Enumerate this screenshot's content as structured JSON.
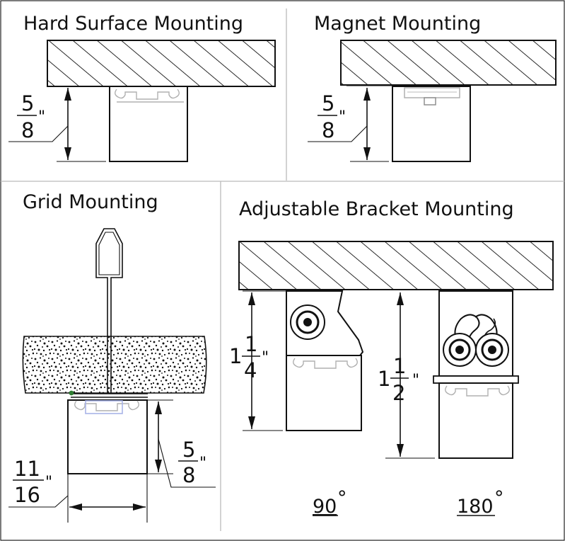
{
  "panels": {
    "hard_surface": {
      "title": "Hard Surface Mounting",
      "dim": {
        "num": "5",
        "den": "8",
        "unit": "\""
      }
    },
    "magnet": {
      "title": "Magnet Mounting",
      "dim": {
        "num": "5",
        "den": "8",
        "unit": "\""
      }
    },
    "grid": {
      "title": "Grid Mounting",
      "dim_height": {
        "num": "5",
        "den": "8",
        "unit": "\""
      },
      "dim_width": {
        "num": "11",
        "den": "16",
        "unit": "\""
      }
    },
    "bracket": {
      "title": "Adjustable Bracket Mounting",
      "dim_90": {
        "whole": "1",
        "num": "1",
        "den": "4",
        "unit": "\""
      },
      "dim_180": {
        "whole": "1",
        "num": "1",
        "den": "2",
        "unit": "\""
      },
      "label_90": "90",
      "label_180": "180",
      "degree_symbol": "°"
    }
  },
  "colors": {
    "line": "#111111",
    "bracket_slot": "#9a9a9a",
    "glue_dot": "#2e7d32",
    "led_strip": "#a9b4e8"
  }
}
